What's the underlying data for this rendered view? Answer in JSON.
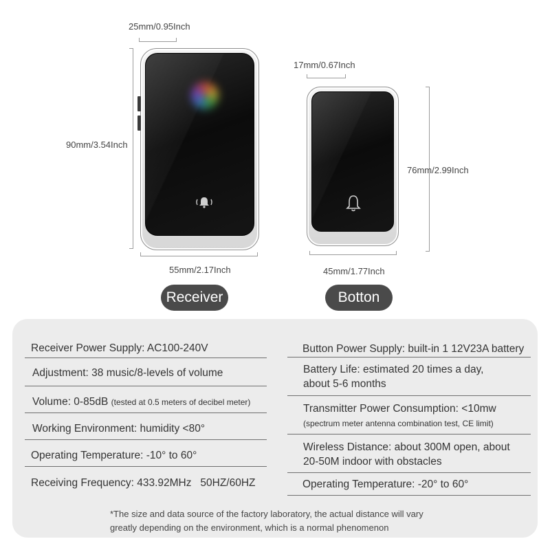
{
  "receiver": {
    "width_label": "25mm/0.95Inch",
    "height_label": "90mm/3.54Inch",
    "base_label": "55mm/2.17Inch",
    "name": "Receiver",
    "icon": "ringing-bell-icon"
  },
  "button": {
    "width_label": "17mm/0.67Inch",
    "height_label": "76mm/2.99Inch",
    "base_label": "45mm/1.77Inch",
    "name": "Botton",
    "icon": "bell-icon"
  },
  "specs_left": [
    {
      "text": "Receiver Power Supply: AC100-240V"
    },
    {
      "text": "Adjustment: 38 music/8-levels of volume"
    },
    {
      "text": "Volume: 0-85dB",
      "note": "(tested at 0.5 meters of decibel meter)"
    },
    {
      "text": "Working Environment: humidity <80°"
    },
    {
      "text": "Operating Temperature: -10° to 60°"
    },
    {
      "text": "Receiving Frequency: 433.92MHz   50HZ/60HZ"
    }
  ],
  "specs_right": [
    {
      "text": "Button Power Supply: built-in 1 12V23A battery"
    },
    {
      "line1": "Battery Life: estimated 20 times a day,",
      "line2": "about 5-6 months"
    },
    {
      "line1": "Transmitter Power Consumption: <10mw",
      "note": "(spectrum meter antenna combination test, CE limit)"
    },
    {
      "line1": "Wireless Distance: about 300M open, about",
      "line2": "20-50M indoor with obstacles"
    },
    {
      "text": "Operating Temperature: -20° to 60°"
    }
  ],
  "footnote": {
    "line1": "*The size and data source of the factory laboratory, the actual distance will vary",
    "line2": "greatly depending on the environment, which is a normal phenomenon"
  },
  "colors": {
    "pill_bg": "#4a4a4a",
    "panel_bg": "#ececec",
    "device_screen": "#111111"
  }
}
